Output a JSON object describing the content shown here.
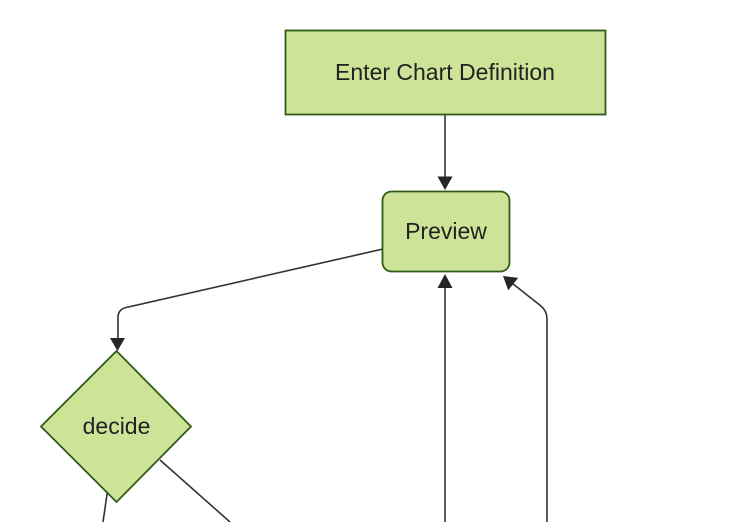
{
  "diagram": {
    "type": "flowchart",
    "direction": "top-down",
    "nodes": [
      {
        "id": "enter-chart-definition",
        "label": "Enter Chart Definition",
        "shape": "rectangle"
      },
      {
        "id": "preview",
        "label": "Preview",
        "shape": "rounded-rectangle"
      },
      {
        "id": "decide",
        "label": "decide",
        "shape": "diamond"
      }
    ],
    "edges": [
      {
        "from": "enter-chart-definition",
        "to": "preview",
        "arrowhead": true
      },
      {
        "from": "preview",
        "to": "decide",
        "arrowhead": true
      },
      {
        "from": "offscreen-bottom",
        "to": "preview",
        "arrowhead": true
      },
      {
        "from": "offscreen-bottom-right",
        "to": "preview",
        "arrowhead": true
      },
      {
        "from": "decide",
        "to": "offscreen-bottom-left",
        "arrowhead": false
      },
      {
        "from": "decide",
        "to": "offscreen-bottom-right",
        "arrowhead": false
      }
    ],
    "colors": {
      "node_fill": "#cde498",
      "node_border": "#2e5c17",
      "edge_line": "#333333",
      "arrowhead": "#262626",
      "label_text": "#222222",
      "background": "#ffffff"
    }
  }
}
